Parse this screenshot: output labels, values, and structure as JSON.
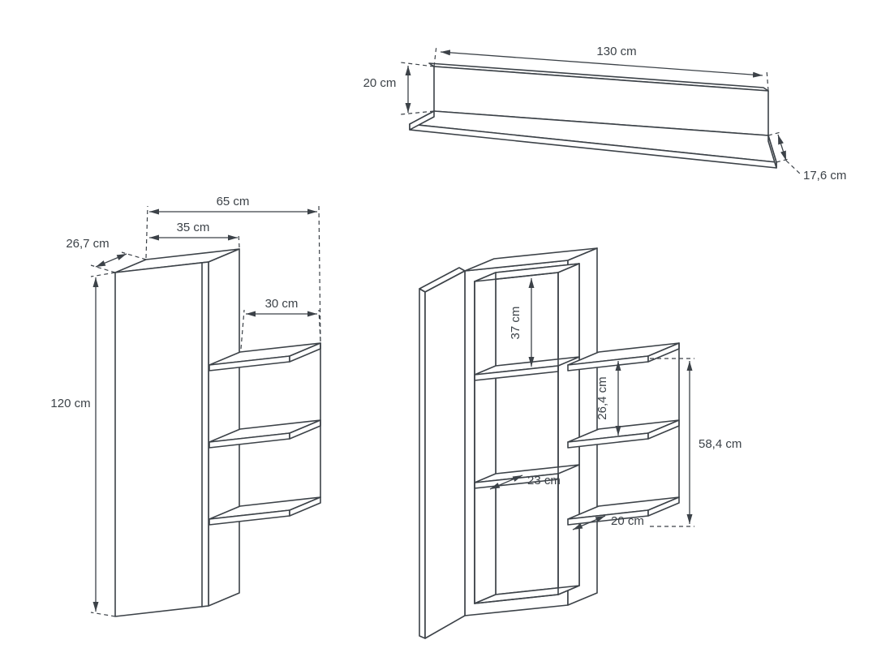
{
  "style": {
    "background": "#ffffff",
    "line_color": "#3c4248",
    "text_color": "#3c4248"
  },
  "views": {
    "wall_shelf": {
      "dims": {
        "width": "130 cm",
        "height": "20 cm",
        "depth": "17,6 cm"
      }
    },
    "cabinet_closed": {
      "dims": {
        "total_width": "65 cm",
        "body_width": "35 cm",
        "depth": "26,7 cm",
        "side_shelf_width": "30 cm",
        "height": "120 cm"
      }
    },
    "cabinet_open": {
      "dims": {
        "top_compartment_height": "37 cm",
        "interior_depth": "23 cm",
        "side_shelf_gap": "26,4 cm",
        "side_shelf_depth": "20 cm",
        "side_shelves_height": "58,4 cm"
      }
    }
  }
}
